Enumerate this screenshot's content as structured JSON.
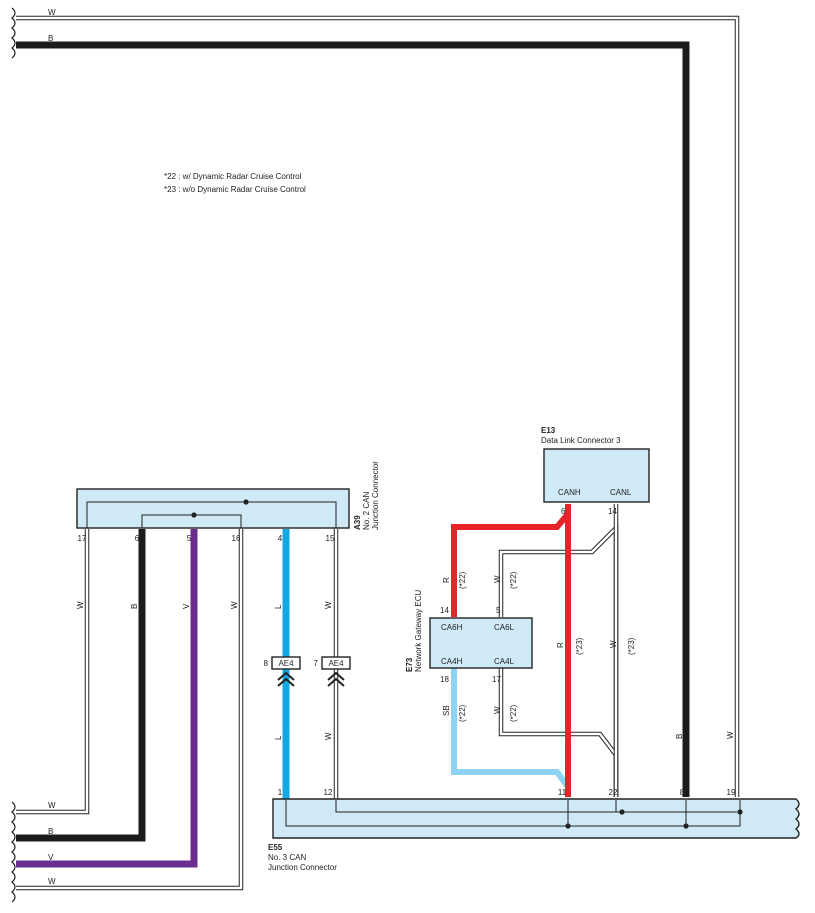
{
  "notes": [
    "*22 : w/ Dynamic Radar Cruise Control",
    "*23 : w/o Dynamic Radar Cruise Control"
  ],
  "colors": {
    "black_wire": "#1c1c1c",
    "violet_wire": "#6a2d8f",
    "blue_wire": "#12a8e2",
    "sky_blue_wire": "#8fd3f4",
    "red_wire": "#e8232a",
    "connector_fill": "#cfe9f6",
    "connector_stroke": "#222222"
  },
  "connectors": {
    "a39": {
      "id": "A39",
      "name_line1": "No. 2 CAN",
      "name_line2": "Junction Connector",
      "pins": [
        "17",
        "6",
        "5",
        "16",
        "4",
        "15"
      ]
    },
    "e13": {
      "id": "E13",
      "name": "Data Link Connector 3",
      "terminals": [
        "CANH",
        "CANL"
      ],
      "pins": [
        "6",
        "14"
      ]
    },
    "e73": {
      "id": "E73",
      "name": "Network Gateway ECU",
      "terminals": [
        "CA6H",
        "CA6L",
        "CA4H",
        "CA4L"
      ],
      "pins": [
        "14",
        "5",
        "18",
        "17"
      ]
    },
    "e55": {
      "id": "E55",
      "name_line1": "No. 3 CAN",
      "name_line2": "Junction Connector",
      "pins": [
        "1",
        "12",
        "11",
        "22",
        "8",
        "19"
      ]
    },
    "ae4": {
      "label": "AE4",
      "pins": [
        "8",
        "7"
      ]
    }
  },
  "wire_labels": {
    "top_w": "W",
    "top_b": "B",
    "a39_17": "W",
    "a39_6": "B",
    "a39_5": "V",
    "a39_16": "W",
    "a39_4": "L",
    "a39_15": "W",
    "ae4_8_low": "L",
    "ae4_7_low": "W",
    "gw_r": "R",
    "gw_r_note": "(*22)",
    "gw_w": "W",
    "gw_w_note": "(*22)",
    "gw_sb": "SB",
    "gw_sb_note": "(*22)",
    "gw_w2": "W",
    "gw_w2_note": "(*22)",
    "dlc_r": "R",
    "dlc_r_note": "(*23)",
    "dlc_w": "W",
    "dlc_w_note": "(*23)",
    "right_b": "B",
    "right_w": "W",
    "bottom_w1": "W",
    "bottom_b": "B",
    "bottom_v": "V",
    "bottom_w2": "W"
  }
}
